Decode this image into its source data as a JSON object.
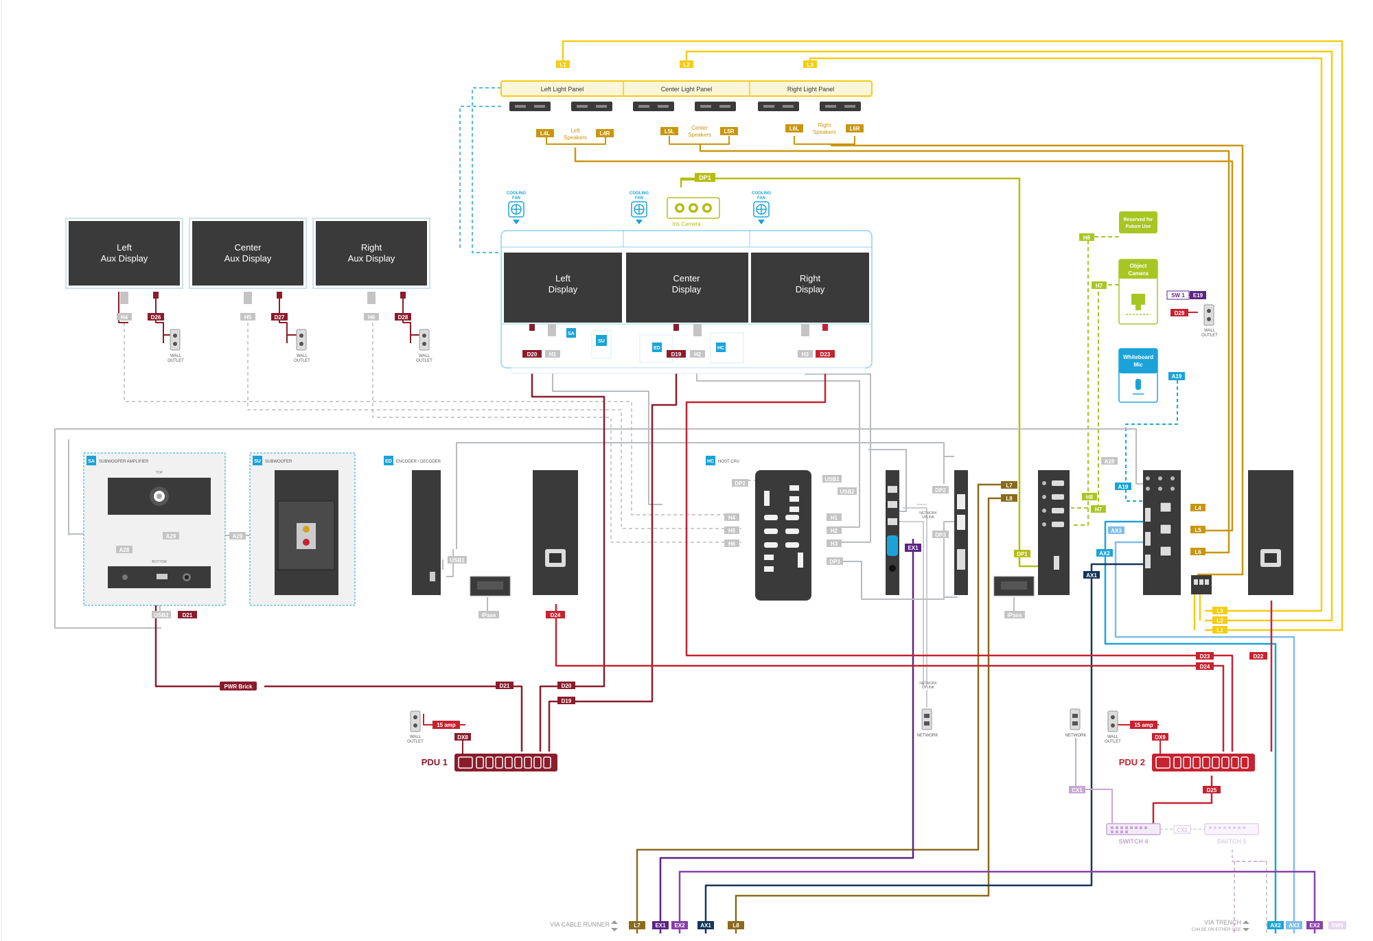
{
  "colors": {
    "yellow": "#f5cc17",
    "gold": "#c8960e",
    "olive": "#b5bd12",
    "lime": "#a8c623",
    "cyan": "#1ba3d9",
    "darkred": "#8a1c2b",
    "red": "#c62230",
    "gray": "#b9bcbf",
    "purple": "#5d2483",
    "violet": "#8a3fa8",
    "navy": "#14355a",
    "brown": "#8a6a1c",
    "lavender": "#c7a6d4",
    "lightblue": "#7fbde6",
    "panel": "#3a3a3a"
  },
  "light_panels": [
    "Left Light Panel",
    "Center Light Panel",
    "Right Light Panel"
  ],
  "light_tags": [
    "L1",
    "L2",
    "L3"
  ],
  "speakers": {
    "left": {
      "l": "L4L",
      "r": "L4R",
      "label1": "Left",
      "label2": "Speakers"
    },
    "center": {
      "l": "L5L",
      "r": "L5R",
      "label1": "Center",
      "label2": "Speakers"
    },
    "right": {
      "l": "L6L",
      "r": "L6R",
      "label1": "Right",
      "label2": "Speakers"
    }
  },
  "dp1": "DP1",
  "cooling_fan": {
    "line1": "COOLING",
    "line2": "FAN"
  },
  "iris_camera": "Iris Camera",
  "aux_displays": [
    {
      "line1": "Left",
      "line2": "Aux Display",
      "h": "H4",
      "d": "D26"
    },
    {
      "line1": "Center",
      "line2": "Aux Display",
      "h": "H5",
      "d": "D27"
    },
    {
      "line1": "Right",
      "line2": "Aux Display",
      "h": "H6",
      "d": "D28"
    }
  ],
  "wall_outlet": {
    "line1": "WALL",
    "line2": "OUTLET"
  },
  "main_displays": [
    {
      "line1": "Left",
      "line2": "Display"
    },
    {
      "line1": "Center",
      "line2": "Display"
    },
    {
      "line1": "Right",
      "line2": "Display"
    }
  ],
  "display_tags": {
    "d20": "D20",
    "h1": "H1",
    "d19": "D19",
    "h2": "H2",
    "h3": "H3",
    "d23": "D23",
    "sa": "SA",
    "su": "SU",
    "ed": "ED",
    "hc": "HC"
  },
  "right_col": {
    "reserved1": "Reserved for",
    "reserved2": "Future Use",
    "object1": "Object",
    "object2": "Camera",
    "wb1": "Whiteboard",
    "wb2": "Mic",
    "sw1": "SW 1",
    "e19": "E19",
    "d29": "D29",
    "h8": "H8",
    "h7": "H7",
    "a19": "A19"
  },
  "section_labels": {
    "sa_tag": "SA",
    "sa": "SUBWOOFER AMPLIFIER",
    "su_tag": "SU",
    "su": "SUBWOOFER",
    "ed_tag": "ED",
    "ed": "ENCODER / DECODER",
    "hc_tag": "HC",
    "hc": "HOST CPU",
    "top": "TOP",
    "bottom": "BOTTOM"
  },
  "tags": {
    "a28": "A28",
    "a29": "A29",
    "usb2": "USB2",
    "d21": "D21",
    "usb1": "USB1",
    "ipass": "iPass",
    "d24": "D24",
    "dp2": "DP2",
    "dp3": "DP3",
    "h4": "H4",
    "h5": "H5",
    "h6": "H6",
    "h1": "H1",
    "h2": "H2",
    "h3": "H3",
    "ex1": "EX1",
    "network_uplink1": "NETWORK",
    "network_uplink2": "UPLINK",
    "l7": "L7",
    "l8": "L8",
    "h8": "H8",
    "h7": "H7",
    "dp1": "DP1",
    "a28b": "A28",
    "a19": "A19",
    "ax3": "AX3",
    "ax2": "AX2",
    "ax1": "AX1",
    "l4": "L4",
    "l5": "L5",
    "l6": "L6",
    "l3": "L3",
    "l2": "L2",
    "l1": "L1"
  },
  "power": {
    "pwr_brick": "PWR Brick",
    "d21": "D21",
    "d20": "D20",
    "d19": "D19",
    "d23": "D23",
    "d24": "D24",
    "d22": "D22",
    "d25": "D25",
    "pdu1": "PDU 1",
    "pdu2": "PDU 2",
    "amp": "15 amp",
    "dx8": "DX8",
    "dx9": "DX9",
    "network": "NETWORK"
  },
  "network": {
    "cx1": "CX1",
    "cx2": "CX2",
    "switch4": "SWITCH 4",
    "switch5": "SWITCH 5"
  },
  "bottom": {
    "runner": "VIA CABLE RUNNER",
    "trench1": "VIA TRENCH",
    "trench2": "CAN BE ON EITHER SIDE",
    "left_tags": [
      "L7",
      "EX1",
      "EX2",
      "AX1",
      "L8"
    ],
    "right_tags": [
      "AX2",
      "AX3",
      "EX2",
      "SW5"
    ]
  }
}
